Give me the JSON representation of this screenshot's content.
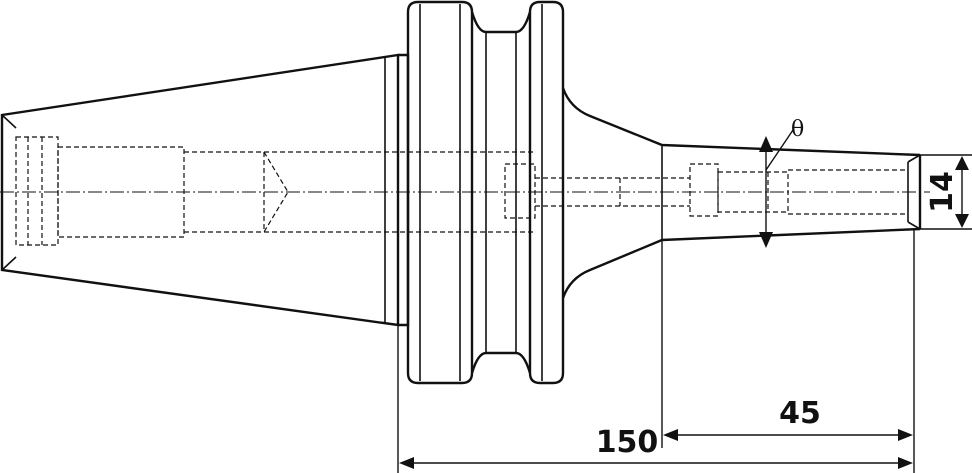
{
  "dimensions": {
    "overall_length": "150",
    "gauge_length": "45",
    "nose_diameter": "14",
    "angle_symbol": "θ"
  }
}
